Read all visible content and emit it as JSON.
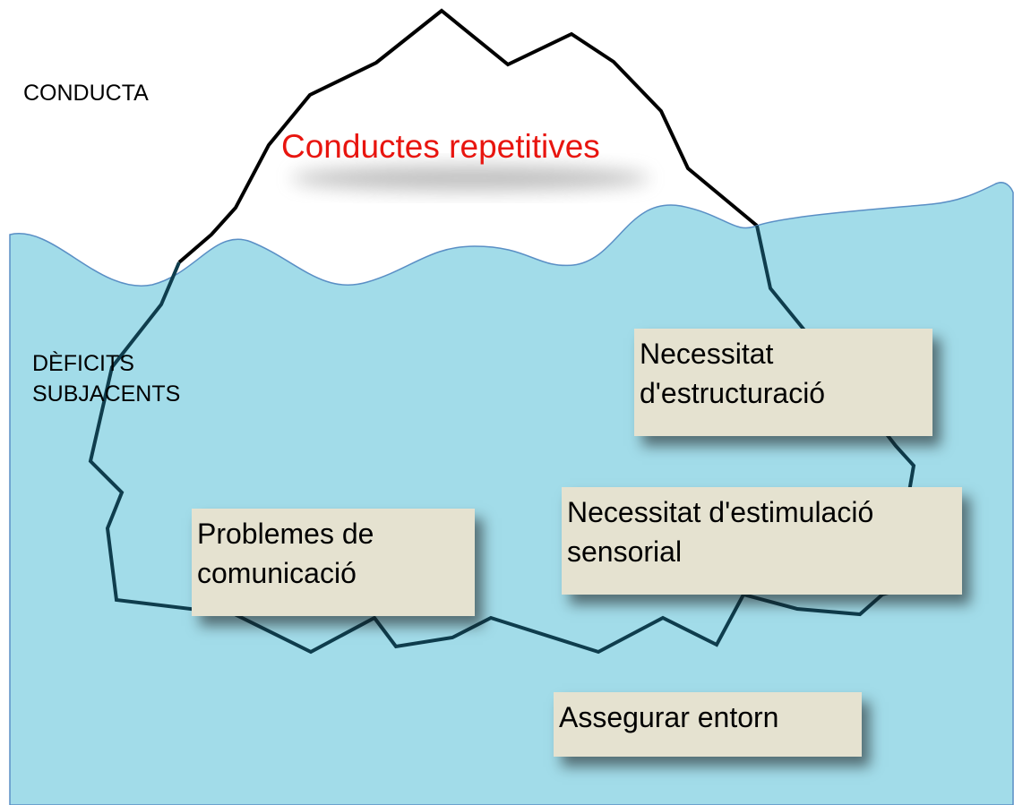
{
  "labels": {
    "top": "CONDUCTA",
    "bottom_line1": "DÈFICITS",
    "bottom_line2": "SUBJACENTS"
  },
  "tip": {
    "text": "Conductes repetitives",
    "color": "#e8150f"
  },
  "boxes": {
    "structuring": {
      "line1": "Necessitat",
      "line2": "d'estructuració"
    },
    "stimulation": {
      "line1": "Necessitat d'estimulació",
      "line2": "sensorial"
    },
    "communication": {
      "line1": "Problemes de",
      "line2": "comunicació"
    },
    "environment": {
      "line1": "Assegurar entorn"
    }
  },
  "colors": {
    "water": "#a2dce9",
    "water_edge": "#5a8fc5",
    "iceberg_above": "#000000",
    "iceberg_below": "#0f3d4d",
    "box_fill": "#e5e2d0"
  }
}
